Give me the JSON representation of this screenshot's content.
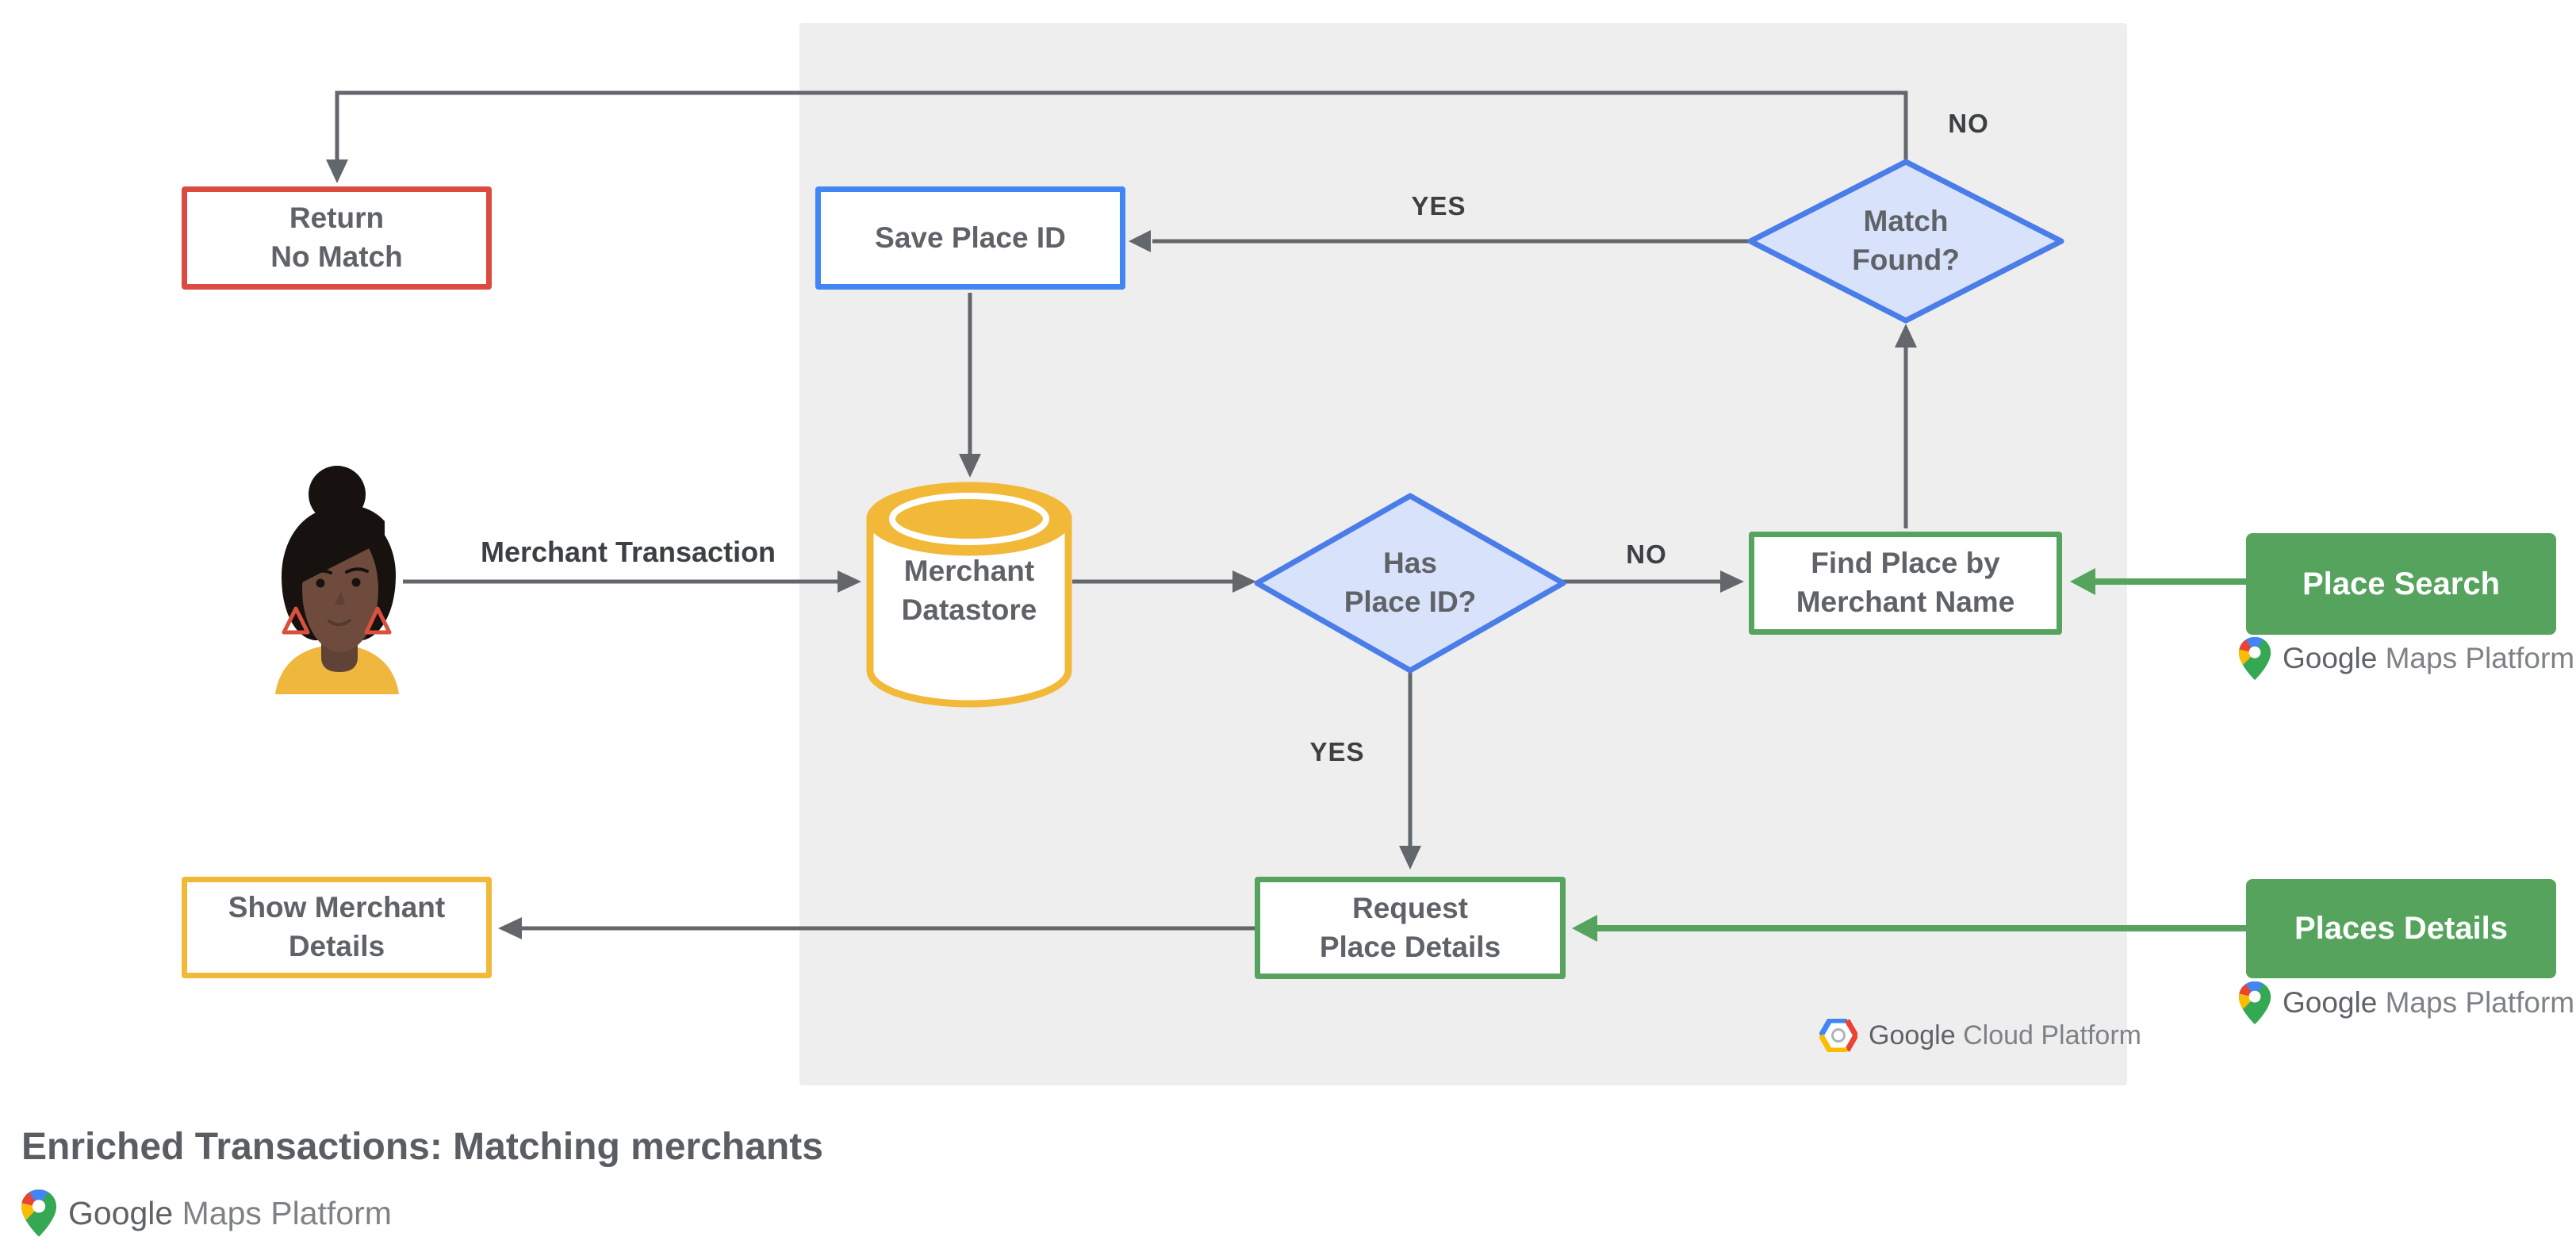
{
  "title": "Enriched Transactions: Matching merchants",
  "nodes": {
    "return_no_match": {
      "label": "Return\nNo Match"
    },
    "save_place_id": {
      "label": "Save Place ID"
    },
    "match_found": {
      "label": "Match\nFound?"
    },
    "merchant_datastore": {
      "label": "Merchant\nDatastore"
    },
    "has_place_id": {
      "label": "Has\nPlace ID?"
    },
    "find_place_by_merchant_name": {
      "label": "Find Place by\nMerchant Name"
    },
    "place_search": {
      "label": "Place Search"
    },
    "request_place_details": {
      "label": "Request\nPlace Details"
    },
    "places_details": {
      "label": "Places Details"
    },
    "show_merchant_details": {
      "label": "Show Merchant\nDetails"
    }
  },
  "edges": {
    "match_found_no": "NO",
    "match_found_yes": "YES",
    "merchant_transaction": "Merchant Transaction",
    "has_place_id_no": "NO",
    "has_place_id_yes": "YES"
  },
  "logos": {
    "google_cloud_platform": {
      "google": "Google",
      "product": "Cloud Platform"
    },
    "google_maps_platform": {
      "google": "Google",
      "product": "Maps Platform"
    }
  },
  "colors": {
    "background": "#FFFFFF",
    "panel": "#EEEEEE",
    "line_gray": "#63666A",
    "text_gray": "#5F6368",
    "label_dark": "#3C4043",
    "blue_border": "#4285F4",
    "blue_fill": "#D9E2FB",
    "red": "#DB4B3F",
    "yellow": "#F2B838",
    "green": "#55A35C"
  }
}
